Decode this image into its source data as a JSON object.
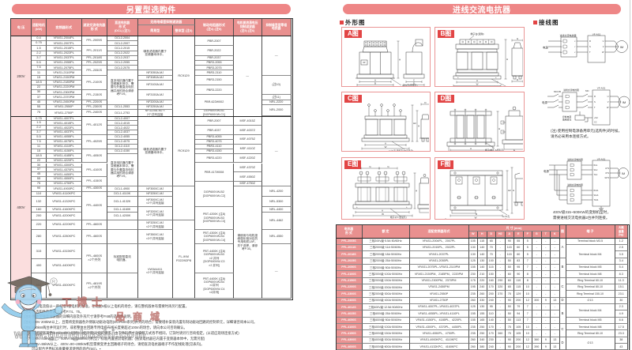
{
  "colors": {
    "bar": "#ee8686",
    "header_bg": "#e9908f",
    "header_text": "#ffffff",
    "pink_cell": "#fbdede",
    "model_cell": "#eb9493",
    "badge": "#e24545",
    "box_border": "#ea9595",
    "grid_dark": "#555555",
    "grid_light": "#999999",
    "watermark_red": "#bc6660",
    "watermark_gray": "#969696",
    "mascot_blue": "#a9d7f2"
  },
  "left": {
    "title": "另置型选购件",
    "header": {
      "voltage": "电 压",
      "motor": "适配电机\n(kW)",
      "inverter": "变频器形式",
      "pfl": "滤波交流电抗器\n形  式",
      "dcl": "直流电抗器\n形  式\n(DCL) (注7)",
      "noise_group": "无线电噪音抑制滤波器",
      "noise_simple": "简易型",
      "noise_integral": "整体型  (注3)",
      "brake": "制动电阻器形式\n(注4) (注5)",
      "msf": "电机侧浪涌电压\n抑制滤波器\n(注5) (注6)",
      "zero": "抑制噪音用零相\n电抗器"
    },
    "voltage_col": [
      [
        16,
        "200V"
      ],
      [
        25,
        "400V"
      ]
    ],
    "kw": [
      "0.4",
      "0.75",
      "1.5",
      "2.2",
      "3.7",
      "5.5",
      "7.5",
      "11",
      "15",
      "18.5",
      "22",
      "30",
      "37",
      "45",
      "55",
      "75",
      "0.75",
      "1.5",
      "2.2",
      "3.7",
      "5.5",
      "7.5",
      "11",
      "15",
      "18.5",
      "22",
      "30",
      "37",
      "45",
      "55",
      "75",
      "90",
      "110",
      "132",
      "160",
      "200",
      "220",
      "280",
      "315",
      "400",
      "500"
    ],
    "inverter": [
      "VFAS1-2004PL",
      "VFAS1-2007PL",
      "VFAS1-2015PL",
      "VFAS1-2022PL",
      "VFAS1-2037PL",
      "VFAS1-2055PL",
      "VFAS1-2075PL",
      "VFAS1-2110PM",
      "VFAS1-2150PM",
      "VFAS1-2185PM",
      "VFAS1-2220PM",
      "VFAS1-2300PM",
      "VFAS1-2370PM",
      "VFAS1-2450PM",
      "VFAS1-2550P",
      "VFAS1-2750P",
      "VFAS1-4007PL",
      "VFAS1-4015PL",
      "VFAS1-4022PL",
      "VFAS1-4037PL",
      "VFAS1-4055PL",
      "VFAS1-4075PL",
      "VFAS1-4110PL",
      "VFAS1-4150PL",
      "VFAS1-4185PL",
      "VFAS1-4220PL",
      "VFAS1-4300PL",
      "VFAS1-4370PL",
      "VFAS1-4450PL",
      "VFAS1-4550PL",
      "VFAS1-4750PL",
      "VFAS1-4900PC",
      "VFAS1-4110KPC",
      "VFAS1-4132KPC",
      "VFAS1-4160KPC",
      "VFAS1-4200KPC",
      "VFAS1-4220KPC",
      "VFAS1-4280KPC",
      "VFAS1-4315KPC",
      "VFAS1-4400KPC",
      "VFAS1-4500KPC"
    ],
    "pfl": [
      [
        2,
        "PFL-2005S"
      ],
      [
        2,
        "PFL-2011S"
      ],
      [
        1,
        "PFL-2018S"
      ],
      [
        1,
        "PFL-2025S"
      ],
      [
        2,
        "PFL-2050S"
      ],
      [
        3,
        "PFL-2100S"
      ],
      [
        2,
        "PFL-2150S"
      ],
      [
        1,
        "PFL-2200S"
      ],
      [
        1,
        "PFL-2300S"
      ],
      [
        1,
        "PFL-2400S"
      ],
      [
        4,
        "PFL-4012S"
      ],
      [
        3,
        "PFL-4025S"
      ],
      [
        3,
        "PFL-4050S"
      ],
      [
        3,
        "PFL-4100S"
      ],
      [
        2,
        "PFL-4150S"
      ],
      [
        1,
        "PFL-4300S"
      ],
      [
        4,
        "PFL-4400S"
      ],
      [
        1,
        "PFL-4600S"
      ],
      [
        1,
        "PFL-4600S"
      ],
      [
        2,
        "PFL-4600S\n×2个并列"
      ],
      [
        1,
        "PFL-4819S\n×2个并列"
      ]
    ],
    "dcl": [
      [
        1,
        "DCL2-2004"
      ],
      [
        1,
        "DCL2-2007"
      ],
      [
        1,
        "DCL2-2015"
      ],
      [
        1,
        "DCL2-2022"
      ],
      [
        1,
        "DCL2-2037"
      ],
      [
        1,
        "DCL2-2055"
      ],
      [
        1,
        "DCL2-2075"
      ],
      [
        7,
        "直流电抗器内置于\n变频器本体中。需\n要与外置直流电抗\n器并用的场合请参\n考P.29。"
      ],
      [
        1,
        "DCL1-2553"
      ],
      [
        1,
        "DCL1-2753"
      ],
      [
        1,
        "DCL2-4007"
      ],
      [
        1,
        "DCL2-4015"
      ],
      [
        1,
        "DCL2-4022"
      ],
      [
        1,
        "DCL2-4037"
      ],
      [
        1,
        "DCL2-4055"
      ],
      [
        1,
        "DCL2-4075"
      ],
      [
        1,
        "DCL2-4110"
      ],
      [
        1,
        "DCL2-4150"
      ],
      [
        7,
        "直流电抗器内置于\n变频器本体中。需\n要与外置直流电抗\n器并用的场合请参\n考P.29。"
      ],
      [
        1,
        "DCL1-4900"
      ],
      [
        1,
        "DCL1-4110K"
      ],
      [
        1,
        "DCL1-4132K"
      ],
      [
        1,
        "DCL1-4160K"
      ],
      [
        1,
        "DCL1-4200K"
      ],
      [
        1,
        ""
      ],
      [
        1,
        ""
      ],
      [
        2,
        "标准配带直流\n电抗器。"
      ],
      [
        1,
        ""
      ]
    ],
    "nf_simple": [
      [
        7,
        "噪音滤波器内置于\n变频器本体中。"
      ],
      [
        1,
        "NF3050A-MJ"
      ],
      [
        1,
        "NF3080A-MJ"
      ],
      [
        2,
        "NF3100A-MJ"
      ],
      [
        2,
        "NF3150A-MJ"
      ],
      [
        1,
        "NF3200A-MJ"
      ],
      [
        1,
        "NF3250A-MJ"
      ],
      [
        1,
        "NF3220A-MJ ×\n2个并列连接"
      ],
      [
        15,
        "噪音滤波器内置于\n变频器本体中。"
      ],
      [
        1,
        "NF3000C-MJ"
      ],
      [
        1,
        "NF3250C-MJ"
      ],
      [
        1,
        "NF3000C-MJ\n×2个并列连接"
      ],
      [
        2,
        "NF3200C-MJ\n×2个并列连接"
      ],
      [
        1,
        "NF3250C-MJ\n×2个并列连接"
      ],
      [
        1,
        "NF3500C-MJ\n×3个并列连接"
      ],
      [
        3,
        "VW3A4411\n×2个并列连接"
      ]
    ],
    "nf_integral": [
      [
        16,
        "RC9129"
      ],
      [
        15,
        "RC9129"
      ],
      [
        5,
        ""
      ],
      [
        5,
        "FL-/KM\nF022/92P8"
      ]
    ],
    "brake": [
      [
        2,
        "PBR-2007"
      ],
      [
        2,
        "PBR-2022"
      ],
      [
        1,
        "PBR-2037"
      ],
      [
        1,
        "PBR3-2055"
      ],
      [
        1,
        "PBR3-2075"
      ],
      [
        1,
        "PBR3-2110"
      ],
      [
        2,
        "PBR3-2150"
      ],
      [
        2,
        "PBR3-2220"
      ],
      [
        3,
        "PBR-622W002"
      ],
      [
        1,
        "DGP600VW-B1\n[DGP600VW-C1]"
      ],
      [
        2,
        "PBR-2007"
      ],
      [
        2,
        "PBR-4037"
      ],
      [
        1,
        "PBR3-4055"
      ],
      [
        1,
        "PBR3-4075"
      ],
      [
        1,
        "PBR3-4110"
      ],
      [
        1,
        "PBR3-4150"
      ],
      [
        2,
        "PBR3-4220"
      ],
      [
        4,
        "PBR-417W008"
      ],
      [
        4,
        "DGP600VW-B2\n[DGP600VW-C2]"
      ],
      [
        3,
        "PBT-4200K (注8)\nDGP600VW-B3\n[DGP600VW-C3]"
      ],
      [
        1,
        "PBT-4300K (注8)\nDGP600VW-B4\n[DGP600VW-C4]"
      ],
      [
        2,
        "PBT-4400K (注8)\nDGP600VW-B3\n×2 并列\n[DGP600VW-C3\n×2 并列]"
      ],
      [
        1,
        "PBT-4400K (注8)\nDGP600VW-B4\n×2并列\n[DGP600VW-C4\n×2并列]"
      ]
    ],
    "msf": [
      [
        16,
        "—"
      ],
      [
        2,
        "MSF-4015Z"
      ],
      [
        2,
        "MSF-4037Z"
      ],
      [
        2,
        "MSF-4075Z"
      ],
      [
        2,
        "MSF-4110Z"
      ],
      [
        2,
        "MSF-4220Z"
      ],
      [
        2,
        "MSF-4370Z"
      ],
      [
        2,
        "MSF-4550Z"
      ],
      [
        1,
        "MSF-4750Z"
      ],
      [
        10,
        "请使用与电机绝\n缘强化相对应的\n专用电机1AF。\n关于选择，请参\n考P.30。"
      ]
    ],
    "zero": [
      [
        8,
        "—"
      ],
      [
        4,
        "(注10)"
      ],
      [
        1,
        "(注11)"
      ],
      [
        1,
        "NRL-2220"
      ],
      [
        2,
        "NRL-2000"
      ],
      [
        15,
        "—"
      ],
      [
        2,
        "NRL-4200"
      ],
      [
        1,
        "NRL-5300"
      ],
      [
        1,
        "NRL-4400"
      ],
      [
        2,
        "NRL-4462"
      ],
      [
        1,
        "NRL-4550"
      ],
      [
        3,
        "—"
      ]
    ],
    "notes": [
      "(注1) 电机电流值以一般标准4极电机为基准。在选配6极以上电机的场合，请在整机版本有需要时再另行配置。",
      "(注2) 各选购件的重量请参考P.74、75。",
      "(注3) 整体型噪音滤波器的详细内容及外形尺寸请参考P.68的选购件说明。",
      "(注4) 400V 200kW以上，且需将变频器各外侧联动驱动电阻(DGP600系列)并列的场合，需要增补安装内置有制动驱动回路的控制单元，详细请咨询本公司。",
      "(注5) 500kW两台并列运行时，或者整体主回路专用电缆布线长度要超过100m的场合，请向本公司咨询确认。",
      "(注6) 此滤波器满足IEC61800-3规格(C3类环境)对应的要求。由于外形尺寸与安装方式各不相同，订货时请另行咨询指定。(以适应现场连接方式)",
      "(注7) 200V=45kW以上、400V=90~280kW的机型，标准内置直流电抗器。(直流电抗器已内置于变频器本体中，无需另配)",
      "200V=55kW以上、400V=90~280kW机型需要变更主回路端子的场合，请把直流电抗器端子不作配线处理(见表内)。",
      "可以配合世界标准质量要求使用的场合(5G)。▪"
    ]
  },
  "right": {
    "title": "进线交流电抗器",
    "outline_header": "外形图",
    "wiring_header": "接线图",
    "figures": [
      {
        "label": "A图",
        "note": "4-∅J孔(安装孔)",
        "dims": [
          "A",
          "B",
          "H",
          "C",
          "D"
        ],
        "top_note": ""
      },
      {
        "label": "B图",
        "note": "4-∅J孔(安装孔(左右对称))",
        "dims": [
          "A",
          "W",
          "H",
          "G",
          "D"
        ],
        "top_note": "端子台(选购)"
      },
      {
        "label": "C图",
        "note": "4-∅J孔 安装孔(中间表示)",
        "dims": [
          "A",
          "W",
          "H",
          "H2",
          "D"
        ],
        "top_note": ""
      },
      {
        "label": "D图",
        "note": "端子M12\n(A相表示)",
        "dims": [
          "A",
          "W",
          "H",
          "E",
          "K"
        ],
        "top_note": ""
      },
      {
        "label": "E图",
        "note": "端子∅J\n(安装孔)",
        "dims": [
          "A",
          "W",
          "H",
          "G",
          "T"
        ],
        "top_note": ""
      },
      {
        "label": "F图",
        "note": "4-∅J孔",
        "dims": [
          "B",
          "W",
          "H",
          "H2",
          "D"
        ],
        "top_note": ""
      }
    ],
    "wiring": {
      "d1": {
        "source": "电源",
        "reactor": "进线交流电抗器",
        "inverter": "VF-AS1",
        "motor": "IM",
        "reactor_in": [
          "U",
          "V",
          "W"
        ],
        "reactor_out": [
          "X",
          "Y",
          "Z"
        ],
        "inv_in": [
          "R",
          "S",
          "T"
        ],
        "inv_out": [
          "U",
          "V",
          "W"
        ]
      },
      "d2": {
        "source": "电源",
        "mccb": "MCCB",
        "mc": "MC",
        "reactor": "进线交流电抗器",
        "inverter": "VF-AS1",
        "motor": "IM",
        "reactor_in": [
          "U",
          "V",
          "W"
        ],
        "reactor_out": [
          "X",
          "Y",
          "Z"
        ],
        "inv_in": [
          "R",
          "S",
          "T"
        ],
        "inv_out": [
          "U",
          "V",
          "W"
        ],
        "backup": "控制电源\n备用单元",
        "aux": [
          "+SU",
          "CC"
        ],
        "note": "(注) 使用控制电源备用单元(选购件)的时候，\n请务必采用本连接方式。"
      },
      "d3": {
        "source": "电源",
        "reactor": "进线交流电抗器",
        "inverter": "VF-AS1",
        "motor": "IM",
        "inv_in1": [
          "R/L1",
          "S/L2",
          "T/L3"
        ],
        "inv_in2": [
          "R/L11",
          "S/L21",
          "T/L31"
        ],
        "inv_out": [
          "U/T1",
          "V/T2",
          "W/T3"
        ],
        "note": "400V级315~500KW的变频机型时，\n需要进线交流电抗器2台并列连接。"
      }
    },
    "table": {
      "header": {
        "model": "电抗器\n形 式",
        "rating": "额    定",
        "inverters": "适配变频器形式",
        "dims": "尺    寸 (mm)",
        "fig": "图",
        "terminal": "端    子",
        "weight": "大概\n重量\n(kg)"
      },
      "dim_letters": [
        "W",
        "H",
        "D",
        "H2",
        "A",
        "E",
        "F",
        "G",
        "T",
        "K"
      ],
      "rows": [
        {
          "m": "PFL-2005S",
          "r": "三相200V级·5.5A·50/60Hz",
          "inv": "VFAS1-2004PL、2007PL",
          "d": [
            "105",
            "115",
            "65",
            "-",
            "90",
            "55",
            "5",
            "-",
            "-",
            "-"
          ],
          "w": "1.2"
        },
        {
          "m": "PFL-2011S",
          "r": "三相200V级·11A·50/60Hz",
          "inv": "VFAS1-2015PL、2022PL",
          "d": [
            "130",
            "140",
            "70",
            "-",
            "115",
            "60",
            "5",
            "-",
            "-",
            "-"
          ],
          "w": "2.5"
        },
        {
          "m": "PFL-2018S",
          "r": "三相200V级·18A·50/60Hz",
          "inv": "VFAS1-2037PL",
          "d": [
            "130",
            "140",
            "70",
            "-",
            "115",
            "60",
            "5",
            "-",
            "-",
            "-"
          ],
          "w": "3.5"
        },
        {
          "m": "PFL-2025S",
          "r": "三相200V级·25A·50/60Hz",
          "inv": "VFAS1-2055PL",
          "d": [
            "125",
            "130",
            "100",
            "-",
            "50",
            "83",
            "7",
            "-",
            "-",
            "-"
          ],
          "w": "3.4"
        },
        {
          "m": "PFL-2050S",
          "r": "三相200V级·50A·50/60Hz",
          "inv": "VFAS1-2075PL–VFAS1-2110PM",
          "d": [
            "155",
            "140",
            "115",
            "-",
            "50",
            "95",
            "7",
            "-",
            "-",
            "-"
          ],
          "w": "5.4"
        },
        {
          "m": "PFL-2100S",
          "r": "三相200V级·100A·50/60Hz",
          "inv": "VFAS1-2150PM、2185PM、2220PM",
          "d": [
            "230",
            "210",
            "150",
            "-",
            "60",
            "90",
            "8",
            "-",
            "-",
            "-"
          ],
          "w": "8.3"
        },
        {
          "m": "PFL-2150S",
          "r": "三相200V级·150A·50/60Hz",
          "inv": "VFAS1-2300PM、2370PM",
          "d": [
            "175",
            "220",
            "160",
            "290",
            "60",
            "110",
            "8",
            "-",
            "-",
            "-"
          ],
          "w": "11.3"
        },
        {
          "m": "PFL-2200S",
          "r": "三相200V级·200A·50/60Hz",
          "inv": "VFAS1-2450PM",
          "d": [
            "195",
            "240",
            "170",
            "320",
            "65",
            "115",
            "10",
            "-",
            "-",
            "-"
          ],
          "w": "15.1"
        },
        {
          "m": "PFL-2300S",
          "r": "三相200V级·300A·50/60Hz",
          "inv": "VFAS1-2550P",
          "d": [
            "235",
            "260",
            "200",
            "370",
            "75",
            "129",
            "10",
            "-",
            "-",
            "-"
          ],
          "w": "23.1"
        },
        {
          "m": "PFL-2400S",
          "r": "三相200V级·400A·50/60Hz",
          "inv": "VFAS1-2750P",
          "d": [
            "260",
            "330",
            "240",
            "-",
            "90",
            "200",
            "12",
            "300",
            "9",
            "13"
          ],
          "w": "30"
        },
        {
          "m": "PFL-4012S",
          "r": "三相400V级·12.5A·50/60Hz",
          "inv": "VFAS1-4007PL–VFAS1-4037PL",
          "d": [
            "125",
            "130",
            "95",
            "-",
            "50",
            "79",
            "7",
            "-",
            "-",
            "-"
          ],
          "w": "2.3"
        },
        {
          "m": "PFL-4025S",
          "r": "三相400V级·25A·50/60Hz",
          "inv": "VFAS1-4055PL–VFAS1-4110PL",
          "d": [
            "155",
            "155",
            "110",
            "-",
            "50",
            "94",
            "7",
            "-",
            "-",
            "-"
          ],
          "w": "4.9"
        },
        {
          "m": "PFL-4050S",
          "r": "三相400V级·50A·50/60Hz",
          "inv": "VFAS1-4150PL、4185PL、4220PL",
          "d": [
            "155",
            "165",
            "140",
            "-",
            "50",
            "113",
            "7",
            "-",
            "-",
            "-"
          ],
          "w": "6.6"
        },
        {
          "m": "PFL-4100S",
          "r": "三相400V级·100A·50/60Hz",
          "inv": "VFAS1-4300PL、4370PL、4450PL",
          "d": [
            "235",
            "250",
            "170",
            "-",
            "75",
            "105",
            "10",
            "-",
            "-",
            "-"
          ],
          "w": "17.5"
        },
        {
          "m": "PFL-4150S",
          "r": "三相400V级·150A·50/60Hz",
          "inv": "VFAS1-4550PL、4750PL",
          "d": [
            "235",
            "250",
            "170",
            "360",
            "75",
            "105",
            "10",
            "-",
            "-",
            "-"
          ],
          "w": "23.3"
        },
        {
          "m": "PFL-4300S",
          "r": "三相400V级·300A·50/60Hz",
          "inv": "VFAS1-4900KPC、4110KPC",
          "d": [
            "260",
            "340",
            "230",
            "-",
            "90",
            "200",
            "12",
            "360",
            "9",
            "13"
          ],
          "w": "38"
        },
        {
          "m": "PFL-4600S",
          "r": "三相400V级·600A·50/60Hz",
          "inv": "VFAS1-4132KPC、4160KPC",
          "d": [
            "260",
            "380",
            "240",
            "-",
            "90",
            "200",
            "12",
            "390",
            "9",
            "13"
          ],
          "w": "43"
        }
      ],
      "fig_col": [
        [
          3,
          "A"
        ],
        [
          3,
          "B"
        ],
        [
          3,
          "C"
        ],
        [
          1,
          "D"
        ],
        [
          3,
          "B"
        ],
        [
          2,
          "C"
        ],
        [
          2,
          "D"
        ]
      ],
      "terminal_col": [
        [
          1,
          "Terminal block M3.5"
        ],
        [
          3,
          "Terminal block M4"
        ],
        [
          1,
          "Terminal block M5"
        ],
        [
          1,
          "Terminal block M8"
        ],
        [
          1,
          "Ring Terminal 60-10"
        ],
        [
          1,
          "Ring Terminal 80-10"
        ],
        [
          1,
          "Ring Terminal 150-10"
        ],
        [
          1,
          "∅13"
        ],
        [
          2,
          "Terminal block M4"
        ],
        [
          1,
          "Terminal block M5"
        ],
        [
          1,
          "Terminal block M8"
        ],
        [
          1,
          "Ring Terminal 80-10"
        ],
        [
          2,
          "∅13"
        ]
      ]
    }
  },
  "watermark": {
    "brand": "工博士",
    "brand2": "品商城",
    "url": "www.gongboshi.com",
    "reg": "R"
  }
}
